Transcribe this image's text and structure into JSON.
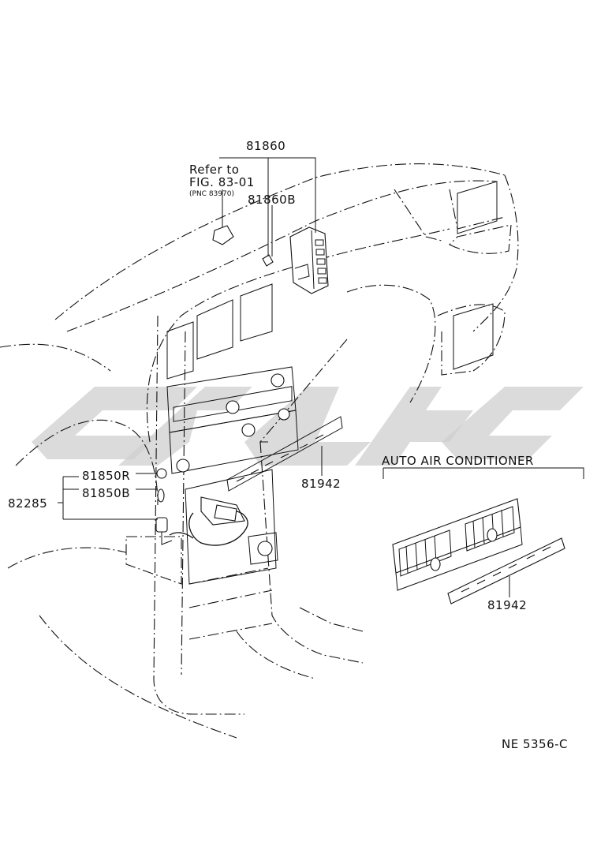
{
  "refer": {
    "line1": "Refer to",
    "line2": "FIG. 83-01",
    "line3": "(PNC 83970)"
  },
  "callouts": {
    "p81860": "81860",
    "p81860B": "81860B",
    "p81850R": "81850R",
    "p81850B": "81850B",
    "p82285": "82285",
    "p81942_main": "81942",
    "p81942_inset": "81942"
  },
  "inset": {
    "title": "AUTO AIR CONDITIONER"
  },
  "code": "NE 5356-C"
}
